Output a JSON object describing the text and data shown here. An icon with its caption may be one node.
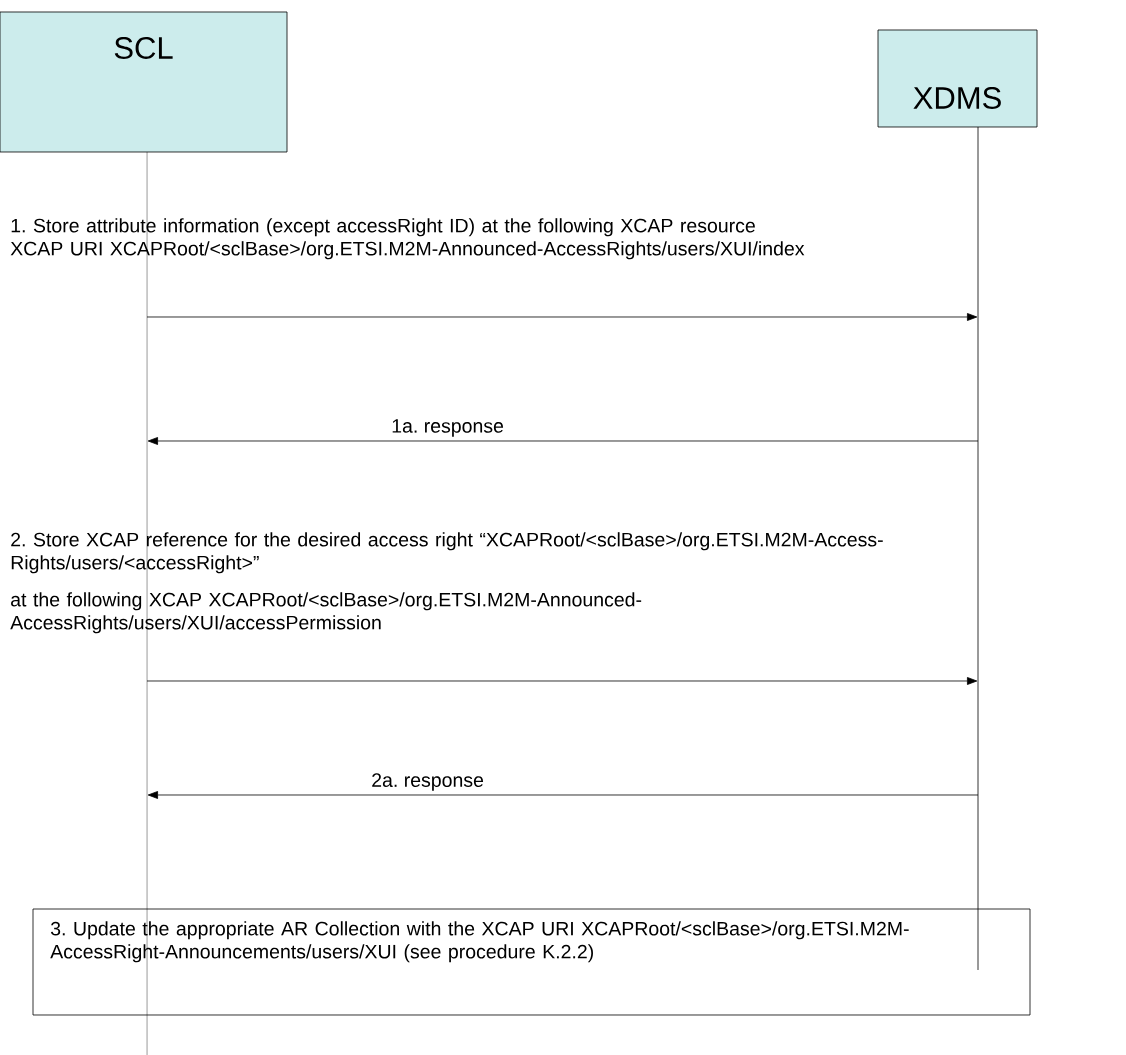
{
  "diagram": {
    "nodes": [
      {
        "text": [
          "SCL"
        ]
      },
      {
        "text": [
          "XDMS"
        ]
      },
      {
        "text": [
          "3. Update the appropriate AR Collection with the XCAP URI XCAPRoot/<sclBase>/org.ETSI.M2M-AccessRight-Announcements/users/XUI (see procedure K.2.2)"
        ]
      }
    ],
    "edges": [
      {
        "from": 0,
        "to": 1,
        "arrow": "to",
        "label": "1. Store attribute information (except accessRight ID) at the following XCAP resource XCAP URI XCAPRoot/<sclBase>/org.ETSI.M2M-Announced-AccessRights/users/XUI/index"
      },
      {
        "from": 1,
        "to": 0,
        "arrow": "to",
        "label": "1a. response"
      },
      {
        "from": 0,
        "to": 1,
        "arrow": "to",
        "label": "at the following XCAP XCAPRoot/<sclBase>/org.ETSI.M2M-Announced-AccessRights/users/XUI/accessPermission"
      },
      {
        "from": 1,
        "to": 0,
        "arrow": "to",
        "label": "2a. response"
      }
    ],
    "labels": [
      "2. Store XCAP reference for the desired access right “XCAPRoot/<sclBase>/org.ETSI.M2M-Access-Rights/users/<accessRight>”"
    ]
  }
}
